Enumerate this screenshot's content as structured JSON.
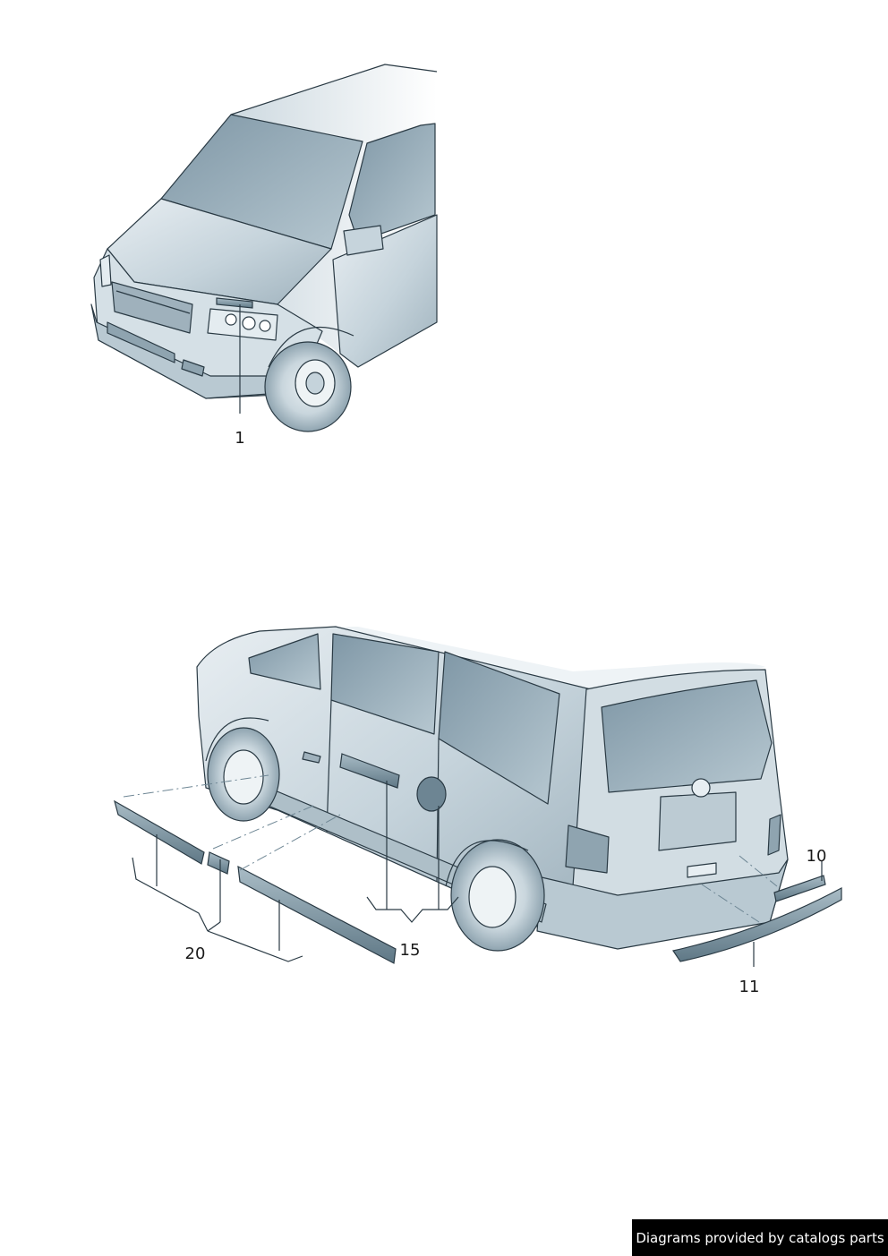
{
  "callouts": {
    "c1": "1",
    "c10": "10",
    "c11": "11",
    "c15": "15",
    "c20": "20"
  },
  "footer": {
    "text": "Diagrams provided by catalogs parts"
  },
  "colors": {
    "body": "#c9d5dc",
    "body_dark": "#9fb1bc",
    "glass": "#8ea4b2",
    "part": "#6d8593",
    "line": "#2a3a44"
  }
}
